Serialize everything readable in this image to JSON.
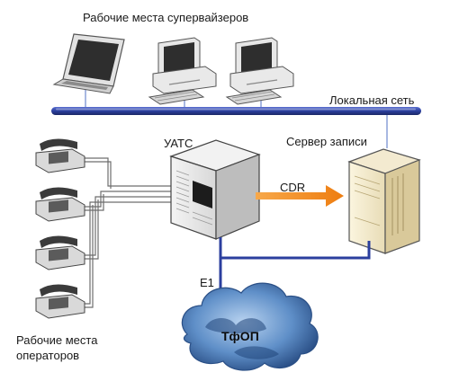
{
  "labels": {
    "supervisors": "Рабочие места супервайзеров",
    "lan": "Локальная сеть",
    "pbx": "УАТС",
    "record_server": "Сервер записи",
    "cdr": "CDR",
    "e1": "E1",
    "pstn": "ТфОП",
    "operators_line1": "Рабочие места",
    "operators_line2": "операторов"
  },
  "icons": {
    "laptop": "laptop-icon",
    "workstation": "desktop-computer-icon",
    "pbx": "server-cabinet-icon",
    "server": "server-tower-icon",
    "phone": "telephone-icon",
    "cloud": "cloud-icon"
  },
  "colors": {
    "lan_bus": "#2b3f9e",
    "e1_link": "#2b3f9e",
    "cdr_arrow": "#f08a1c",
    "server_body": "#f7eed2",
    "cloud": "#3f6ea8"
  }
}
